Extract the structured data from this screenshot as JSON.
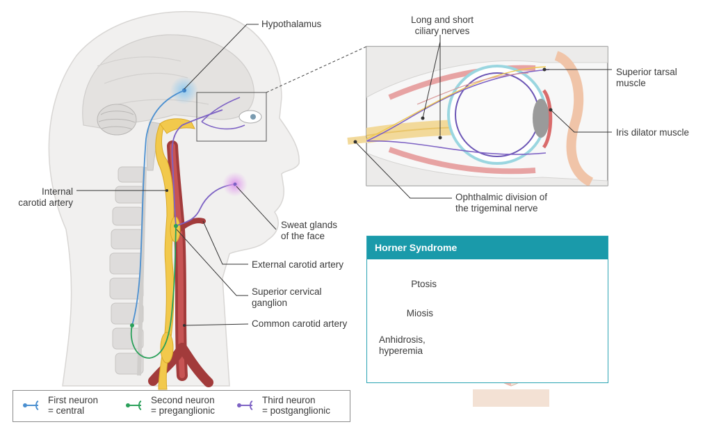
{
  "labels": {
    "hypothalamus": "Hypothalamus",
    "ciliary_nerves": [
      "Long and short",
      "ciliary nerves"
    ],
    "superior_tarsal": [
      "Superior tarsal",
      "muscle"
    ],
    "iris_dilator": "Iris dilator muscle",
    "ophthalmic": [
      "Ophthalmic division of",
      "the trigeminal nerve"
    ],
    "internal_carotid": [
      "Internal",
      "carotid artery"
    ],
    "sweat_glands": [
      "Sweat glands",
      "of the face"
    ],
    "external_carotid": "External carotid artery",
    "superior_cervical": [
      "Superior cervical",
      "ganglion"
    ],
    "common_carotid": "Common carotid artery"
  },
  "horner": {
    "title": "Horner Syndrome",
    "ptosis": "Ptosis",
    "miosis": "Miosis",
    "anhidrosis": [
      "Anhidrosis,",
      "hyperemia"
    ]
  },
  "legend": [
    {
      "line1": "First neuron",
      "line2": "= central"
    },
    {
      "line1": "Second neuron",
      "line2": "= preganglionic"
    },
    {
      "line1": "Third neuron",
      "line2": "= postganglionic"
    }
  ],
  "colors": {
    "first_neuron": "#4a8fd0",
    "second_neuron": "#2aa05a",
    "third_neuron": "#7d62c4",
    "accent": "#1a9aaa",
    "artery": "#a23b3b",
    "ganglion": "#f2c94c"
  }
}
